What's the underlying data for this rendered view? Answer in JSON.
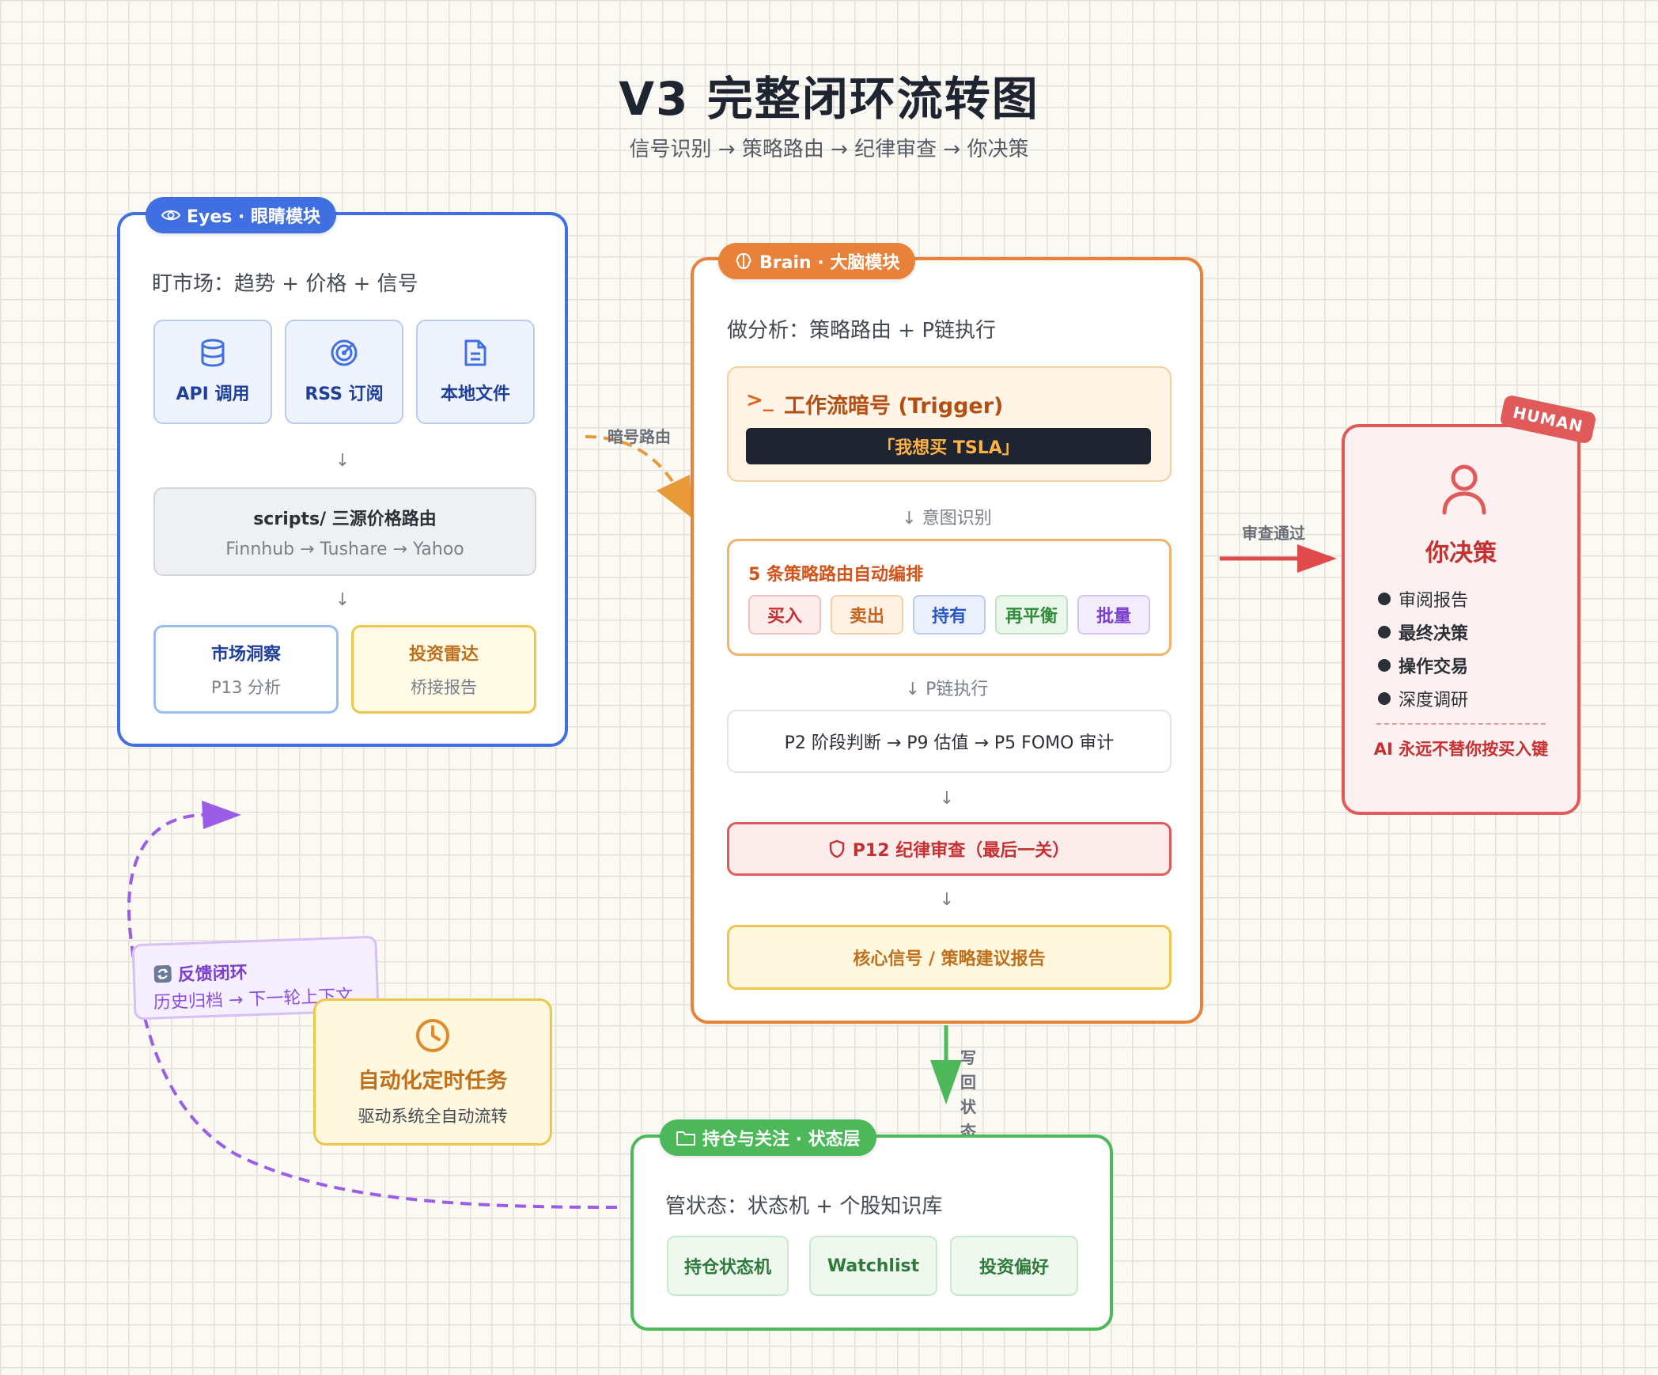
{
  "header": {
    "title": "V3 完整闭环流转图",
    "subtitle": "信号识别 → 策略路由 → 纪律审查 → 你决策"
  },
  "eyes": {
    "badge": "Eyes · 眼睛模块",
    "desc": "盯市场：趋势 + 价格 + 信号",
    "sources": [
      "API 调用",
      "RSS 订阅",
      "本地文件"
    ],
    "router_title": "scripts/ 三源价格路由",
    "router_chain": "Finnhub → Tushare → Yahoo",
    "outputs": [
      {
        "title": "市场洞察",
        "sub": "P13 分析"
      },
      {
        "title": "投资雷达",
        "sub": "桥接报告"
      }
    ],
    "arrow": "↓"
  },
  "brain": {
    "badge": "Brain · 大脑模块",
    "desc": "做分析：策略路由 + P链执行",
    "trigger_title": "工作流暗号 (Trigger)",
    "trigger_prompt": ">_",
    "trigger_example": "「我想买  TSLA」",
    "step_intent": "↓ 意图识别",
    "strategy_title": "5 条策略路由自动编排",
    "strategies": [
      "买入",
      "卖出",
      "持有",
      "再平衡",
      "批量"
    ],
    "step_pchain": "↓ P链执行",
    "pchain": "P2 阶段判断 → P9 估值 → P5 FOMO 审计",
    "arrow": "↓",
    "p12": "P12 纪律审查（最后一关）",
    "report": "核心信号 / 策略建议报告"
  },
  "human": {
    "tag": "HUMAN",
    "title": "你决策",
    "items": [
      "审阅报告",
      "最终决策",
      "操作交易",
      "深度调研"
    ],
    "note": "AI 永远不替你按买入键"
  },
  "state": {
    "badge": "持仓与关注 · 状态层",
    "desc": "管状态：状态机 + 个股知识库",
    "items": [
      "持仓状态机",
      "Watchlist",
      "投资偏好"
    ]
  },
  "automation": {
    "title": "自动化定时任务",
    "sub": "驱动系统全自动流转"
  },
  "feedback": {
    "title": "反馈闭环",
    "sub": "历史归档 → 下一轮上下文"
  },
  "edges": {
    "trigger_route": "暗号路由",
    "review_pass": "审查通过",
    "write_back": "写回状态"
  },
  "colors": {
    "eyes": "#3f6fe0",
    "brain": "#e8823a",
    "human": "#e05a5a",
    "state": "#4cb85a",
    "automation": "#f0b43a",
    "feedback": "#9b5de5"
  },
  "icons": {
    "eyes_badge": "eye-icon",
    "brain_badge": "brain-icon",
    "state_badge": "folder-icon",
    "api": "database-icon",
    "rss": "radar-icon",
    "file": "document-icon",
    "p12": "shield-icon",
    "human": "user-icon",
    "automation": "clock-icon",
    "feedback": "refresh-icon"
  }
}
